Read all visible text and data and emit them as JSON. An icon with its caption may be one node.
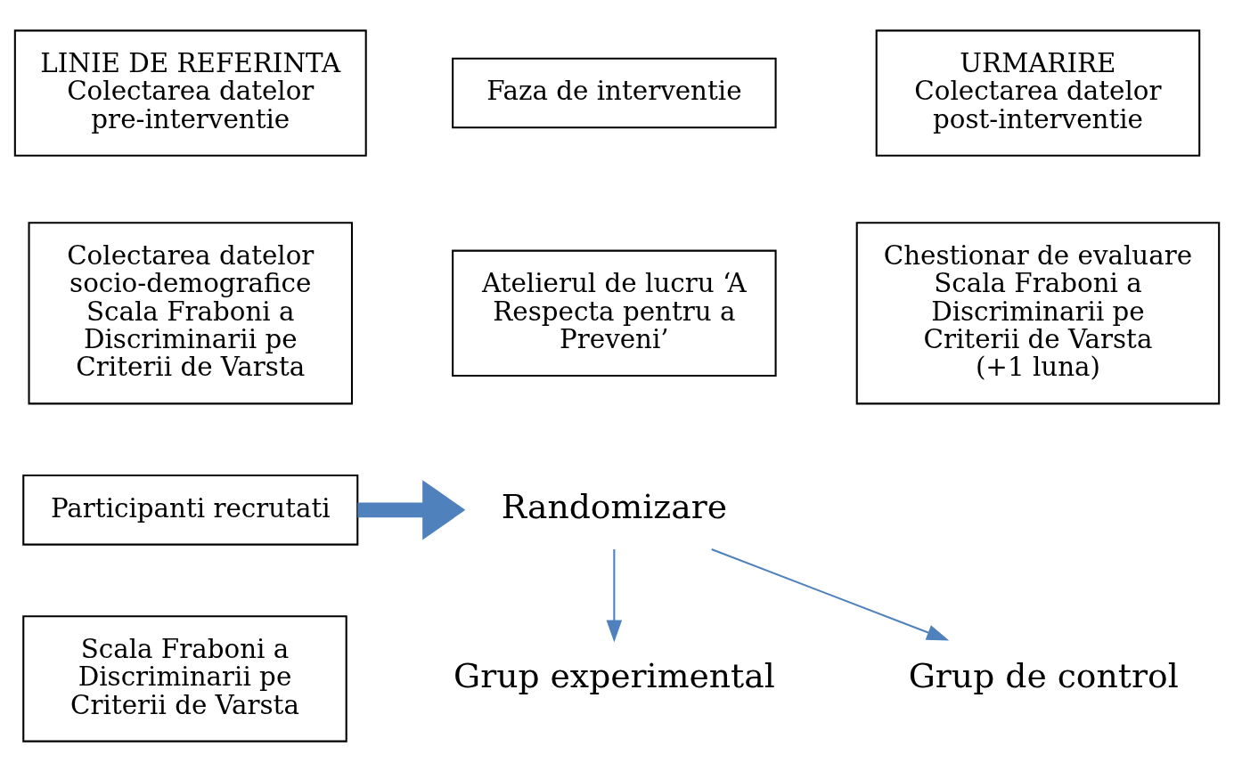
{
  "diagram": {
    "nodes": [
      {
        "text": [
          "LINIE DE REFERINTA",
          "Colectarea datelor pre-interventie"
        ]
      },
      {
        "text": [
          "Faza de interventie"
        ]
      },
      {
        "text": [
          "URMARIRE",
          "Colectarea datelor post-interventie"
        ]
      },
      {
        "text": [
          "Colectarea datelor socio-demografice",
          "Scala Fraboni a Discriminarii pe Criterii de Varsta"
        ]
      },
      {
        "text": [
          "Atelierul de lucru ‘A Respecta pentru a Preveni’"
        ]
      },
      {
        "text": [
          "Chestionar de evaluare",
          "Scala Fraboni a Discriminarii pe Criterii de Varsta",
          "(+1 luna)"
        ]
      },
      {
        "text": [
          "Participanti recrutati"
        ]
      },
      {
        "text": [
          "Randomizare"
        ]
      },
      {
        "text": [
          "Grup experimental"
        ]
      },
      {
        "text": [
          "Grup de control"
        ]
      },
      {
        "text": [
          "Scala Fraboni a Discriminarii pe Criterii de Varsta"
        ]
      }
    ],
    "edges": [
      {
        "from": 6,
        "to": 7,
        "arrow": "to",
        "style": "thick"
      },
      {
        "from": 7,
        "to": 8,
        "arrow": "to"
      },
      {
        "from": 7,
        "to": 9,
        "arrow": "to"
      }
    ]
  }
}
